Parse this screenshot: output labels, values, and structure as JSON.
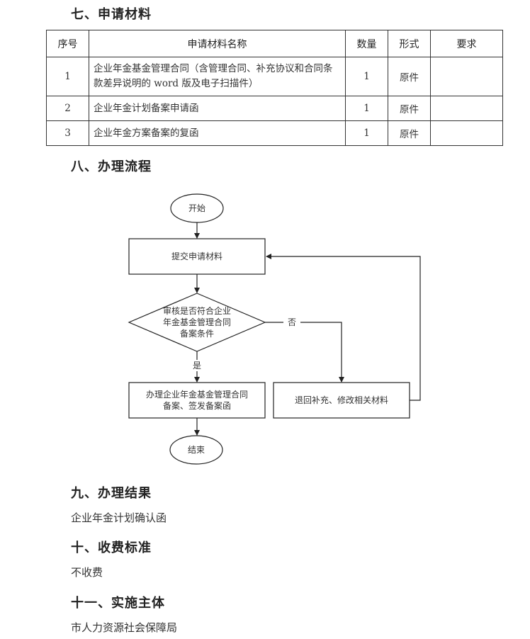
{
  "section7": {
    "title": "七、申请材料",
    "headers": [
      "序号",
      "申请材料名称",
      "数量",
      "形式",
      "要求"
    ],
    "rows": [
      {
        "no": "1",
        "name": "企业年金基金管理合同（含管理合同、补充协议和合同条款差异说明的 word 版及电子扫描件）",
        "qty": "1",
        "form": "原件",
        "req": ""
      },
      {
        "no": "2",
        "name": "企业年金计划备案申请函",
        "qty": "1",
        "form": "原件",
        "req": ""
      },
      {
        "no": "3",
        "name": "企业年金方案备案的复函",
        "qty": "1",
        "form": "原件",
        "req": ""
      }
    ]
  },
  "section8": {
    "title": "八、办理流程",
    "flow": {
      "start": "开始",
      "submit": "提交申请材料",
      "decision": [
        "审核是否符合企业",
        "年金基金管理合同",
        "备案条件"
      ],
      "no_label": "否",
      "yes_label": "是",
      "process": [
        "办理企业年金基金管理合同",
        "备案、签发备案函"
      ],
      "return": "退回补充、修改相关材料",
      "end": "结束"
    }
  },
  "section9": {
    "title": "九、办理结果",
    "text": "企业年金计划确认函"
  },
  "section10": {
    "title": "十、收费标准",
    "text": "不收费"
  },
  "section11": {
    "title": "十一、实施主体",
    "text": "市人力资源社会保障局"
  }
}
